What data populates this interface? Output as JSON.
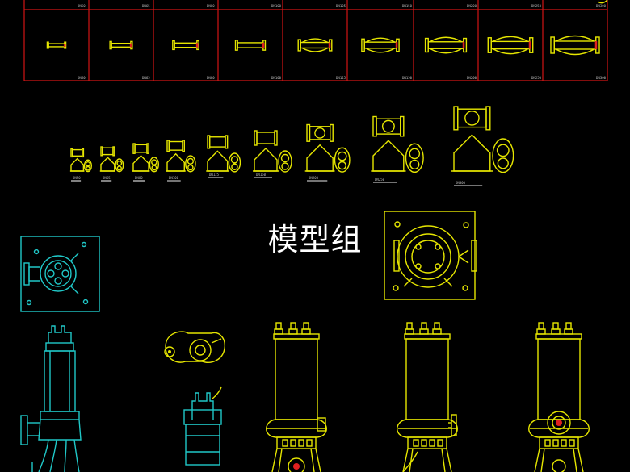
{
  "title": "模型组",
  "colors": {
    "background": "#000000",
    "drawing_yellow": "#e6e600",
    "drawing_cyan": "#20c8c8",
    "grid_red": "#d21515",
    "outline_white": "#e8e8e8"
  },
  "grid": {
    "top_labels": [
      "DN50",
      "DN65",
      "DN80",
      "DN100",
      "DN125",
      "DN150",
      "DN200",
      "DN250",
      "DN300"
    ],
    "bottom_labels": [
      "DN50",
      "DN65",
      "DN80",
      "DN100",
      "DN125",
      "DN150",
      "DN200",
      "DN250",
      "DN300"
    ]
  },
  "flange_row": {
    "captions": [
      "DN50",
      "DN65",
      "DN80",
      "DN100",
      "DN125",
      "DN150",
      "DN200",
      "DN250",
      "DN300"
    ]
  }
}
